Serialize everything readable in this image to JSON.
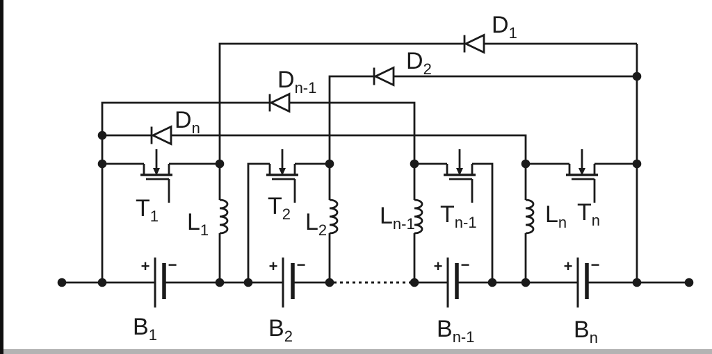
{
  "labels": {
    "d1": {
      "main": "D",
      "sub": "1"
    },
    "d2": {
      "main": "D",
      "sub": "2"
    },
    "dn_1": {
      "main": "D",
      "sub": "n-1"
    },
    "dn": {
      "main": "D",
      "sub": "n"
    },
    "t1": {
      "main": "T",
      "sub": "1"
    },
    "t2": {
      "main": "T",
      "sub": "2"
    },
    "tn_1": {
      "main": "T",
      "sub": "n-1"
    },
    "tn": {
      "main": "T",
      "sub": "n"
    },
    "l1": {
      "main": "L",
      "sub": "1"
    },
    "l2": {
      "main": "L",
      "sub": "2"
    },
    "ln_1": {
      "main": "L",
      "sub": "n-1"
    },
    "ln": {
      "main": "L",
      "sub": "n"
    },
    "b1": {
      "main": "B",
      "sub": "1"
    },
    "b2": {
      "main": "B",
      "sub": "2"
    },
    "bn_1": {
      "main": "B",
      "sub": "n-1"
    },
    "bn": {
      "main": "B",
      "sub": "n"
    }
  },
  "signs": {
    "plus": "+",
    "minus": "−"
  },
  "colors": {
    "ink": "#1a1a1a",
    "background": "#ffffff",
    "left_edge_bar": "#0f0f0f",
    "bottom_edge_bar": "#b3b3b3"
  }
}
